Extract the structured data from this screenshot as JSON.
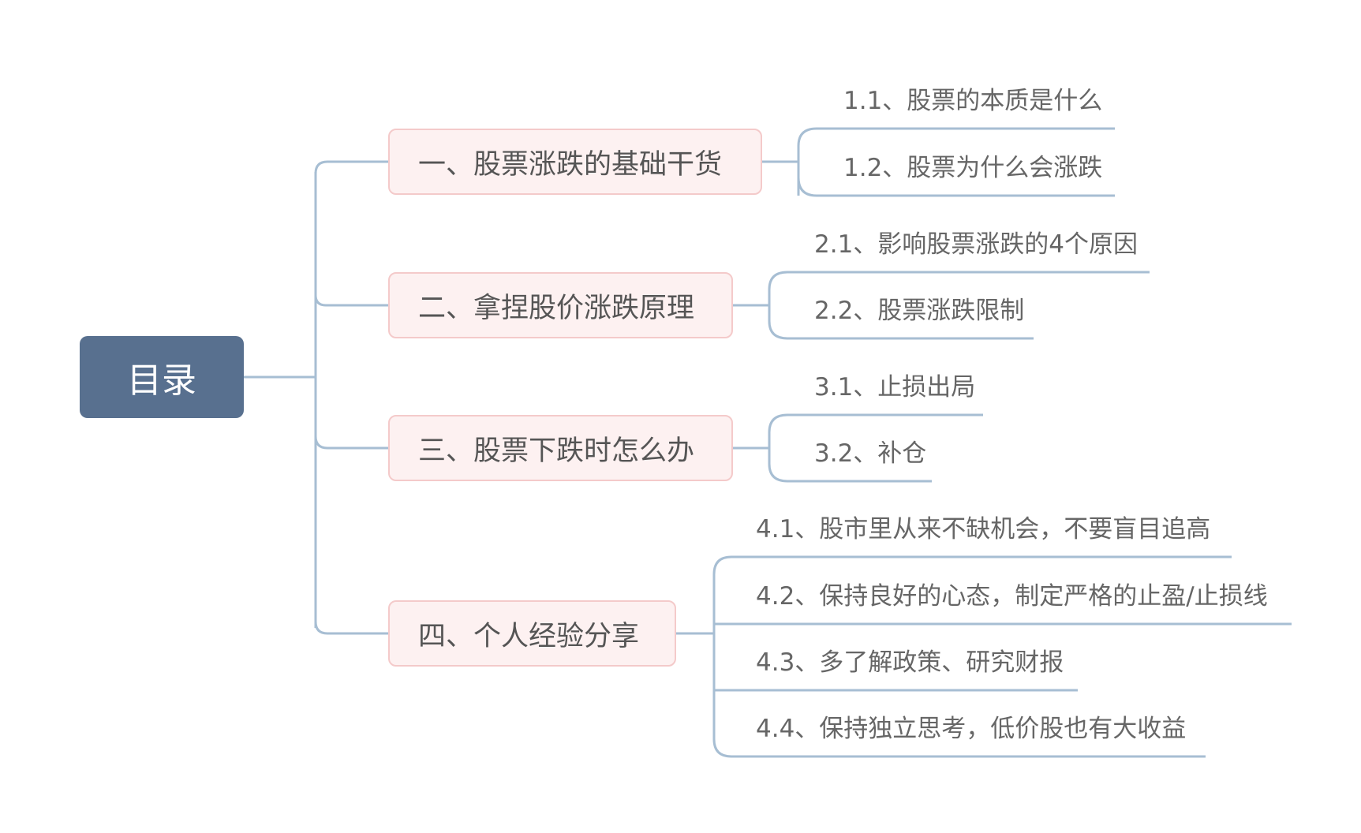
{
  "root": {
    "label": "目录"
  },
  "branches": [
    {
      "label": "一、股票涨跌的基础干货",
      "children": [
        "1.1、股票的本质是什么",
        "1.2、股票为什么会涨跌"
      ]
    },
    {
      "label": "二、拿捏股价涨跌原理",
      "children": [
        "2.1、影响股票涨跌的4个原因",
        "2.2、股票涨跌限制"
      ]
    },
    {
      "label": "三、股票下跌时怎么办",
      "children": [
        "3.1、止损出局",
        "3.2、补仓"
      ]
    },
    {
      "label": "四、个人经验分享",
      "children": [
        "4.1、股市里从来不缺机会，不要盲目追高",
        "4.2、保持良好的心态，制定严格的止盈/止损线",
        "4.3、多了解政策、研究财报",
        "4.4、保持独立思考，低价股也有大收益"
      ]
    }
  ],
  "colors": {
    "root_fill": "#58708f",
    "branch_fill": "#fdf1f1",
    "branch_border": "#f4caca",
    "connector": "#a7bed3",
    "text": "#555555"
  }
}
